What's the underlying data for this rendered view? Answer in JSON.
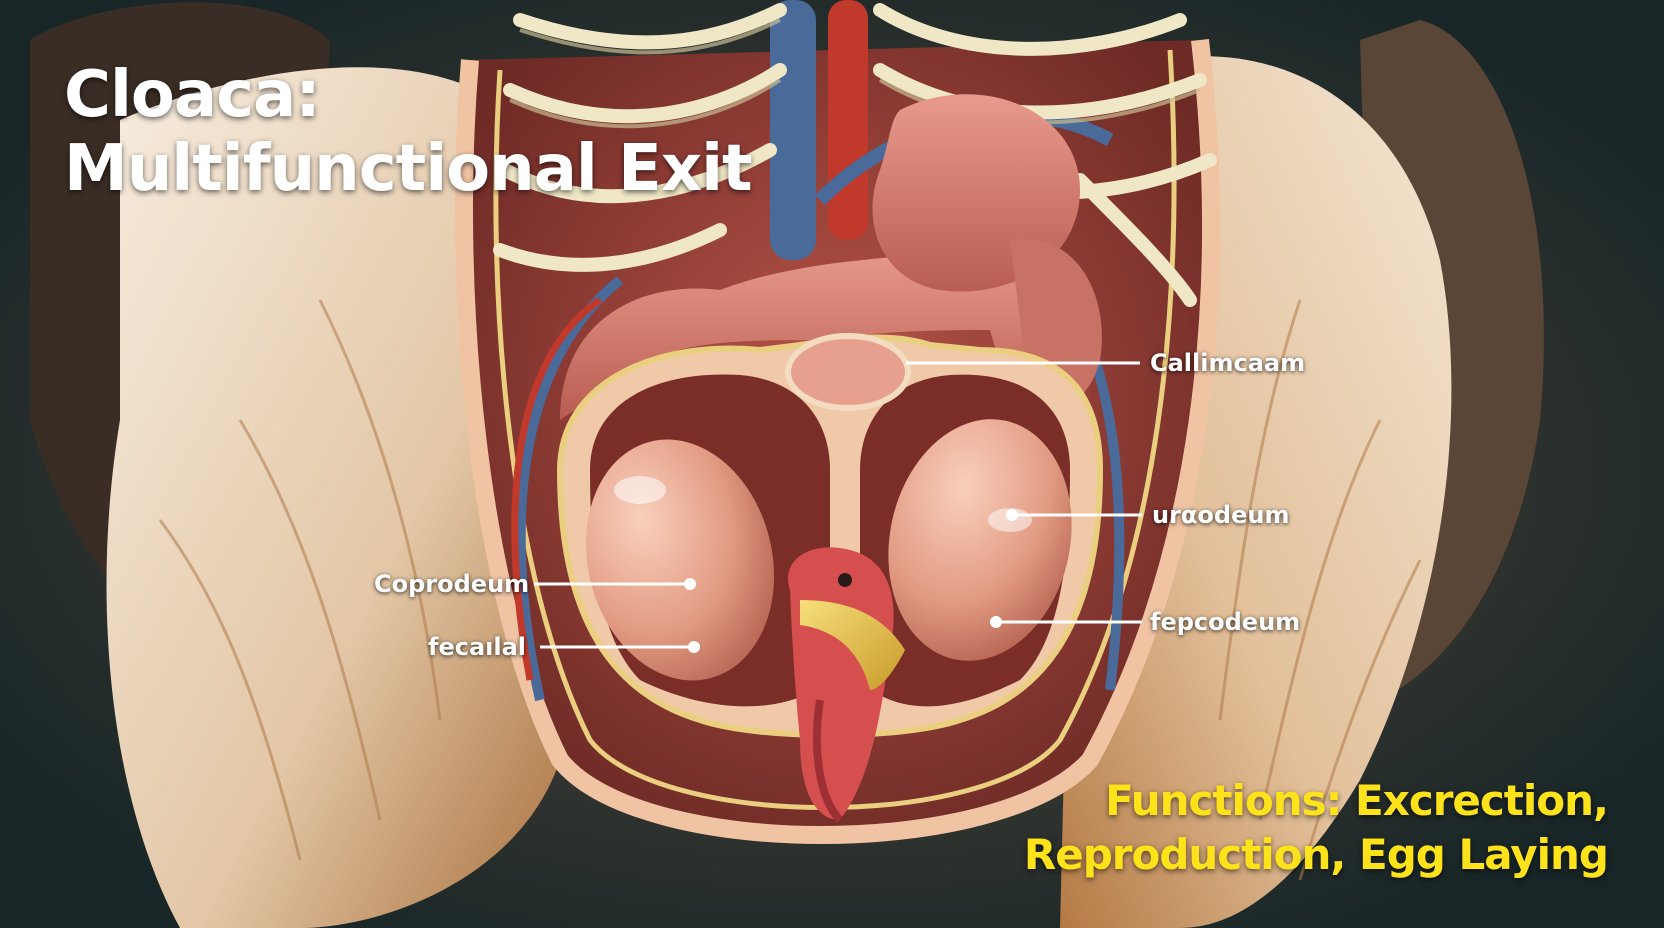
{
  "title": {
    "line1": "Cloaca:",
    "line2": "Multifunctional Exit"
  },
  "labels": {
    "callimcaam": "Callimcaam",
    "urodeum": "urαodeum",
    "coprodeum": "Coprodeum",
    "fecalal": "fecaılal",
    "fepcodeum": "fepcodeum"
  },
  "footer": {
    "line1": "Functions: Excrection,",
    "line2": "Reproduction, Egg Laying"
  },
  "colors": {
    "title_text": "#ffffff",
    "footer_text": "#ffe31a",
    "leader_line": "#ffffff",
    "feather_light": "#f1e3d2",
    "feather_brown": "#b5743e",
    "tissue_pink": "#e39a86",
    "artery_red": "#c0392b",
    "vein_blue": "#4a6a9a",
    "bone_cream": "#efe7c6"
  }
}
